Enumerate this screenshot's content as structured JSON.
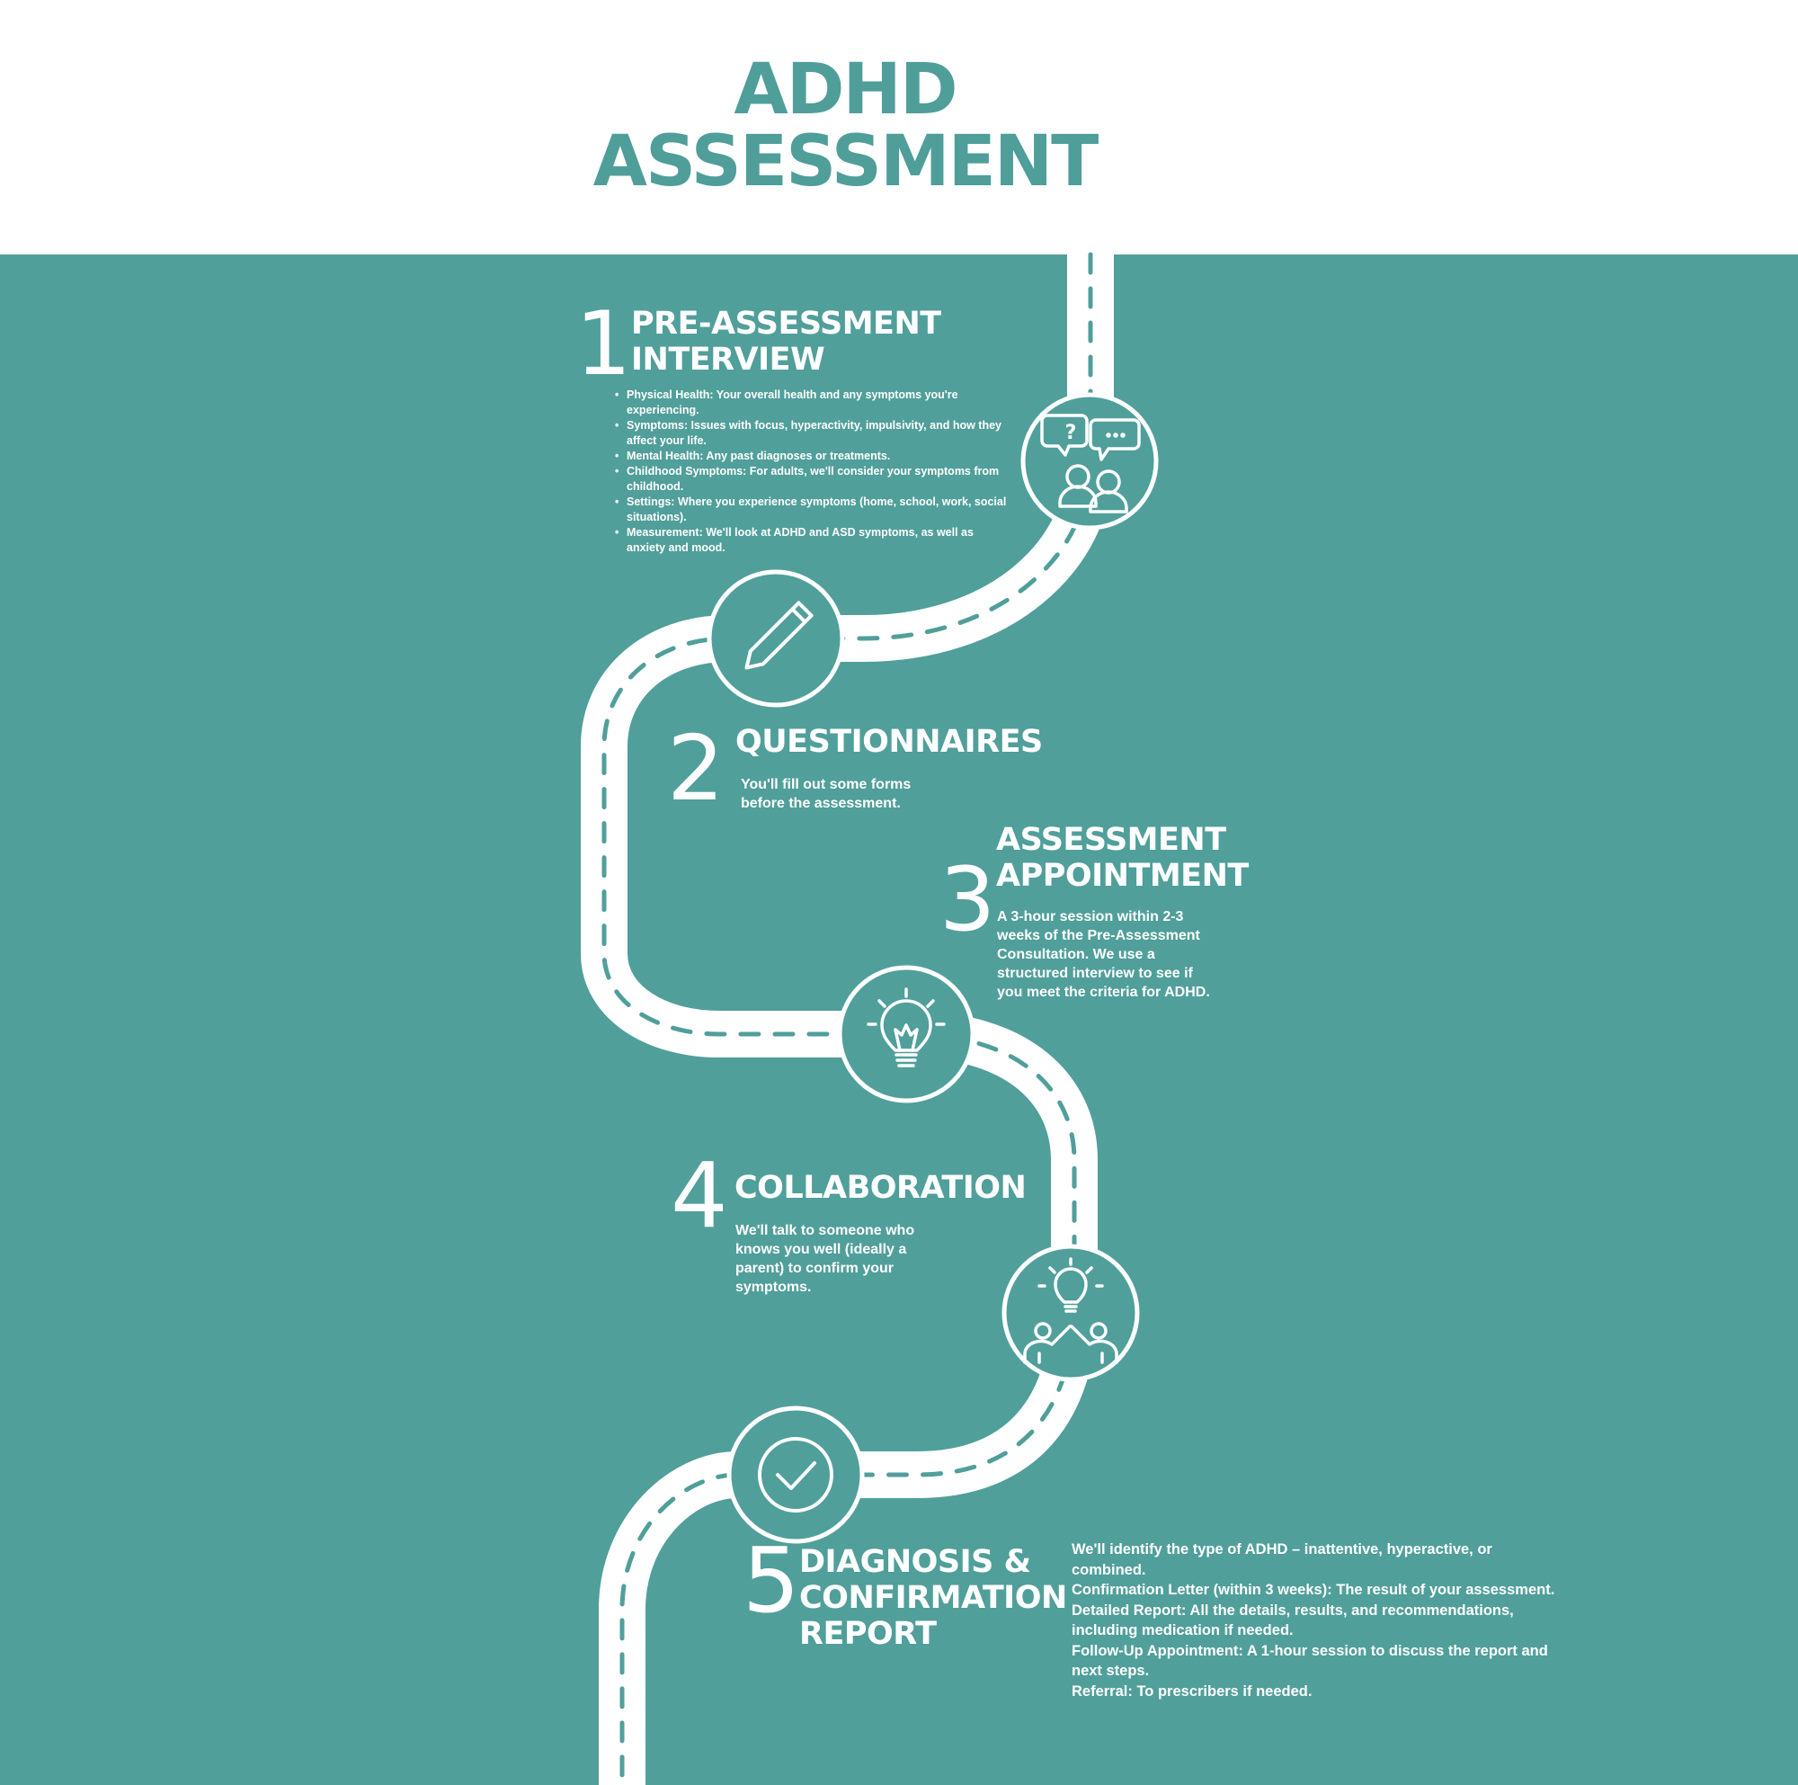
{
  "header": {
    "title_line1": "ADHD",
    "title_line2": "ASSESSMENT"
  },
  "colors": {
    "teal": "#509f9b",
    "title_teal": "#4f9e9a",
    "white": "#ffffff"
  },
  "steps": [
    {
      "number": "1",
      "title_line1": "PRE-ASSESSMENT",
      "title_line2": "INTERVIEW",
      "icon": "conversation-people-icon",
      "items": [
        "Physical Health: Your overall health and any symptoms you're experiencing.",
        "Symptoms: Issues with focus, hyperactivity, impulsivity, and how they affect your life.",
        "Mental Health: Any past diagnoses or treatments.",
        "Childhood Symptoms: For adults, we'll consider your symptoms from childhood.",
        "Settings: Where you experience symptoms (home, school, work, social situations).",
        "Measurement: We'll look at ADHD and ASD symptoms, as well as anxiety and mood."
      ]
    },
    {
      "number": "2",
      "title_line1": "QUESTIONNAIRES",
      "icon": "pencil-icon",
      "text_line1": "You'll fill out some forms",
      "text_line2": "before the assessment."
    },
    {
      "number": "3",
      "title_line1": "ASSESSMENT",
      "title_line2": "APPOINTMENT",
      "icon": "lightbulb-icon",
      "text_lines": [
        "A 3-hour session within 2-3",
        "weeks of the Pre-Assessment",
        "Consultation. We use a",
        "structured interview to see if",
        "you meet the criteria for ADHD."
      ]
    },
    {
      "number": "4",
      "title_line1": "COLLABORATION",
      "icon": "collaboration-icon",
      "text_lines": [
        "We'll talk to someone who",
        "knows you well (ideally a",
        "parent) to confirm your",
        "symptoms."
      ]
    },
    {
      "number": "5",
      "title_line1": "DIAGNOSIS &",
      "title_line2": "CONFIRMATION",
      "title_line3": "REPORT",
      "icon": "checkmark-icon",
      "text_lines": [
        "We'll identify the type of ADHD – inattentive, hyperactive, or",
        "combined.",
        "Confirmation Letter (within 3 weeks): The result of your assessment.",
        "Detailed Report: All the details, results, and recommendations,",
        "including medication if needed.",
        "Follow-Up Appointment: A 1-hour session to discuss the report and",
        "next steps.",
        "Referral: To prescribers if needed."
      ]
    }
  ]
}
